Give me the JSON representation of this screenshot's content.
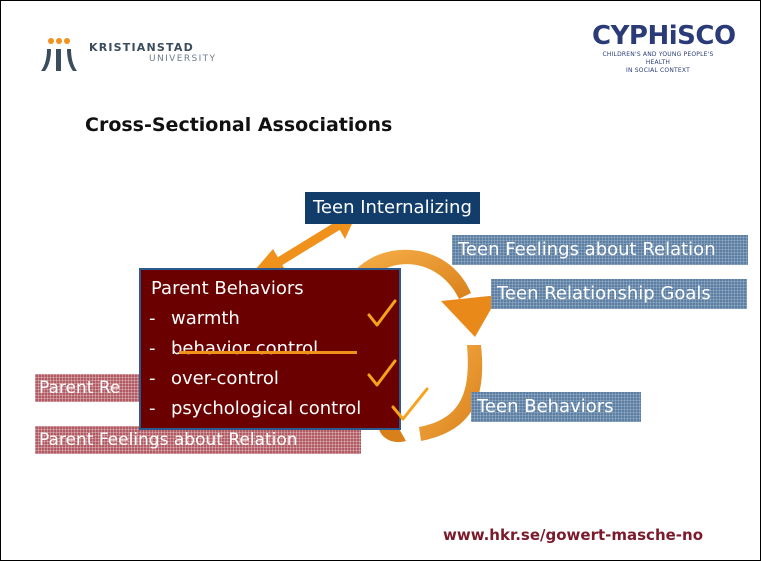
{
  "slide": {
    "title": "Cross-Sectional Associations",
    "footer_url": "www.hkr.se/gowert-masche-no"
  },
  "logos": {
    "left": {
      "name": "KRISTIANSTAD",
      "sub": "UNIVERSITY"
    },
    "right": {
      "brand": "CYPHiSCO",
      "tagline_1": "Children's and Young People's Health",
      "tagline_2": "in Social Context"
    }
  },
  "boxes": {
    "teen_internalizing": "Teen Internalizing",
    "teen_feelings": "Teen Feelings about Relation",
    "teen_goals": "Teen Relationship Goals",
    "teen_behaviors": "Teen Behaviors",
    "parent_re": "Parent Re",
    "parent_feelings": "Parent Feelings about Relation"
  },
  "parent_behaviors": {
    "heading": "Parent Behaviors",
    "items": [
      {
        "dash": "-",
        "label": "warmth",
        "checked": true,
        "struck": false
      },
      {
        "dash": "-",
        "label": "behavior control",
        "checked": false,
        "struck": true
      },
      {
        "dash": "-",
        "label": "over-control",
        "checked": true,
        "struck": false
      },
      {
        "dash": "-",
        "label": "psychological control",
        "checked": true,
        "struck": false
      }
    ]
  },
  "colors": {
    "dark_blue": "#123d6a",
    "dark_red": "#6b0000",
    "orange": "#f0911b",
    "check": "#f7a21b"
  },
  "icons": [
    "double-arrow-icon",
    "circular-arrow-icon",
    "checkmark-icon"
  ]
}
